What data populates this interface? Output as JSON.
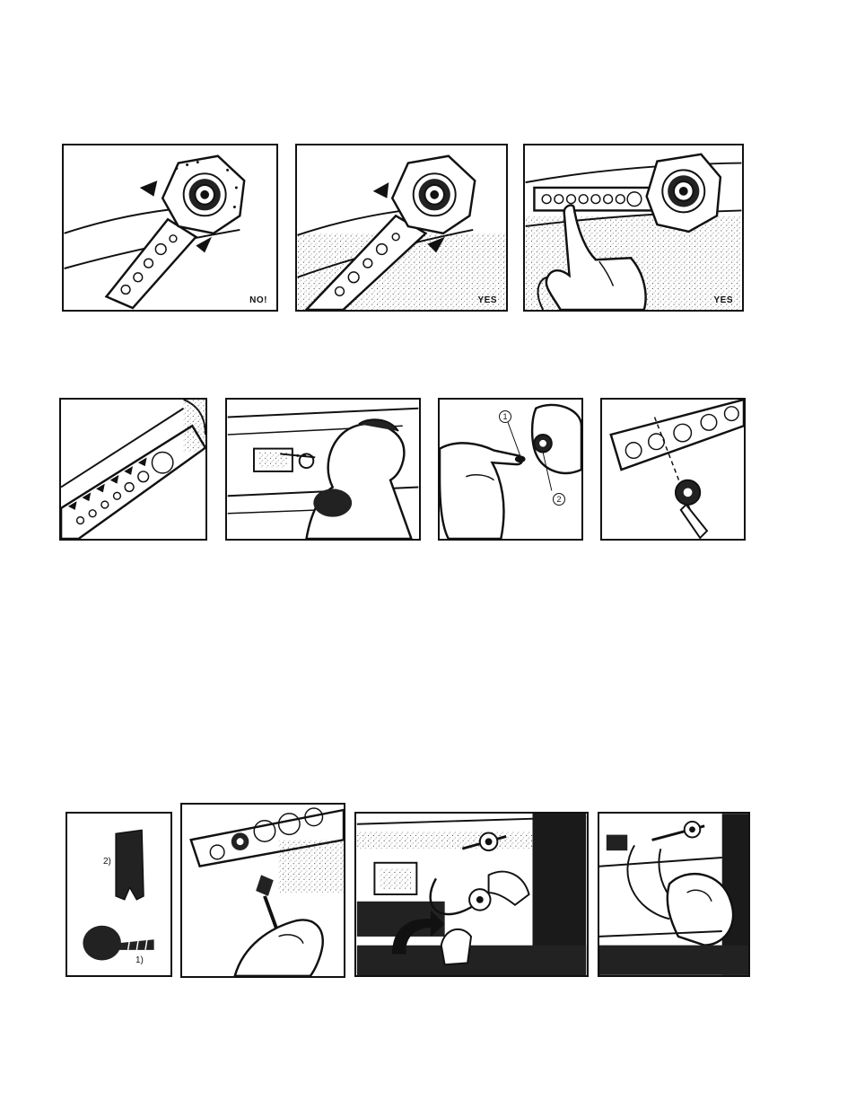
{
  "row1": {
    "panels": [
      {
        "name": "adapter-aligned-incorrect",
        "stamp": "NO!"
      },
      {
        "name": "adapter-aligned-correct",
        "stamp": "YES"
      },
      {
        "name": "adapter-finger-press",
        "stamp": "YES"
      }
    ]
  },
  "row2": {
    "panels": [
      {
        "name": "bracket-arrows"
      },
      {
        "name": "mechanic-fitting"
      },
      {
        "name": "clip-and-nut",
        "callouts": [
          "1",
          "2"
        ]
      },
      {
        "name": "nut-exploded"
      }
    ]
  },
  "row3": {
    "panels": [
      {
        "name": "fastener-parts",
        "labels": [
          "2)",
          "1)"
        ]
      },
      {
        "name": "screw-insertion"
      },
      {
        "name": "door-install-arrow"
      },
      {
        "name": "door-install-final"
      }
    ]
  }
}
